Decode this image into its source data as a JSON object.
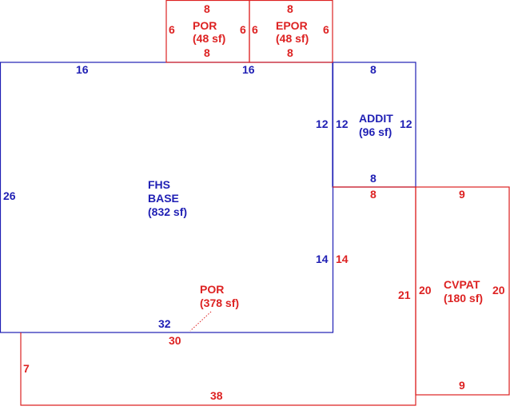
{
  "colors": {
    "base": "#1f1fb4",
    "addition": "#dd2222"
  },
  "areas": {
    "base": {
      "line1": "FHS",
      "line2": "BASE",
      "line3": "(832 sf)"
    },
    "por_small": {
      "line1": "POR",
      "line2": "(48 sf)"
    },
    "epor": {
      "line1": "EPOR",
      "line2": "(48 sf)"
    },
    "addit": {
      "line1": "ADDIT",
      "line2": "(96 sf)"
    },
    "por_large": {
      "line1": "POR",
      "line2": "(378 sf)"
    },
    "cvpat": {
      "line1": "CVPAT",
      "line2": "(180 sf)"
    }
  },
  "dims": {
    "base_top_left": "16",
    "base_top_right": "16",
    "base_left": "26",
    "base_bottom": "32",
    "base_right_upper": "12",
    "base_right_lower": "14",
    "por_small_top": "8",
    "por_small_bottom": "8",
    "por_small_left": "6",
    "por_small_right": "6",
    "epor_top": "8",
    "epor_bottom": "8",
    "epor_left": "6",
    "epor_right": "6",
    "addit_top": "8",
    "addit_left": "12",
    "addit_right": "12",
    "addit_bottom": "8",
    "por_large_top_right": "8",
    "por_large_right_seg": "14",
    "por_large_inner_right": "21",
    "por_large_top_left": "30",
    "por_large_left": "7",
    "por_large_bottom": "38",
    "cvpat_top": "9",
    "cvpat_left": "20",
    "cvpat_right": "20",
    "cvpat_bottom": "9"
  }
}
